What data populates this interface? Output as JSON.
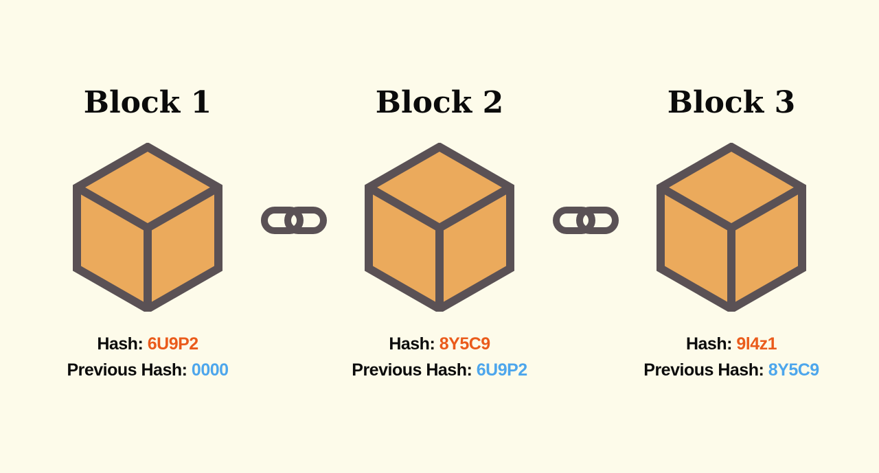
{
  "colors": {
    "background": "#FDFBEA",
    "cube_fill": "#EBAA5C",
    "outline": "#5A5155",
    "hash_value": "#EA5B1B",
    "previous_hash_value": "#4DA6EC"
  },
  "icons": {
    "block": "cube-icon",
    "connector": "chain-link-icon"
  },
  "blocks": [
    {
      "title": "Block 1",
      "hash_label": "Hash:",
      "hash": "6U9P2",
      "prev_label": "Previous Hash:",
      "prev_hash": "0000"
    },
    {
      "title": "Block 2",
      "hash_label": "Hash:",
      "hash": "8Y5C9",
      "prev_label": "Previous Hash:",
      "prev_hash": "6U9P2"
    },
    {
      "title": "Block 3",
      "hash_label": "Hash:",
      "hash": "9l4z1",
      "prev_label": "Previous Hash:",
      "prev_hash": "8Y5C9"
    }
  ]
}
